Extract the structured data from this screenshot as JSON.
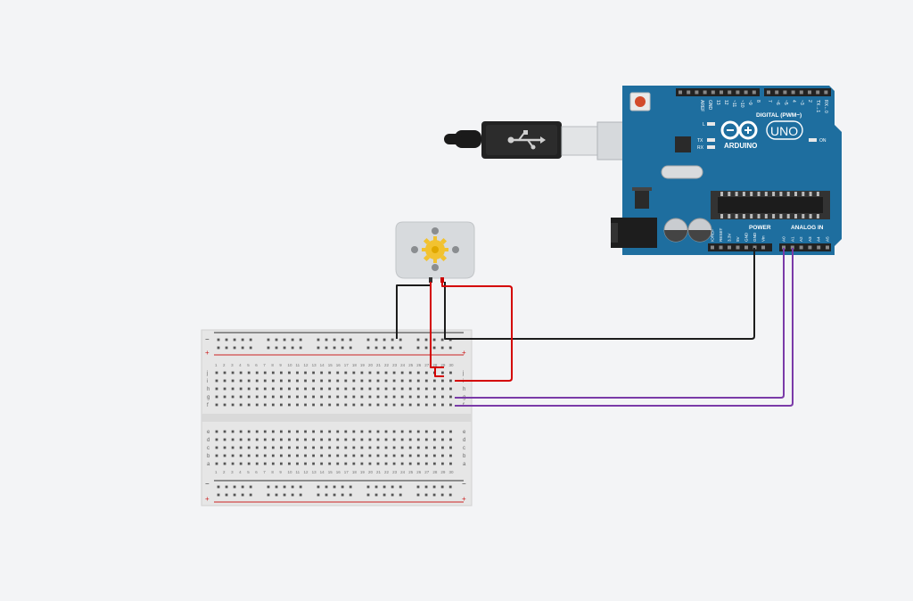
{
  "arduino": {
    "brand": "ARDUINO",
    "model": "UNO",
    "digital_label": "DIGITAL (PWM~)",
    "power_label": "POWER",
    "analog_label": "ANALOG IN",
    "on_label": "ON",
    "led_l": "L",
    "led_tx": "TX",
    "led_rx": "RX",
    "top_pins": [
      "AREF",
      "GND",
      "13",
      "12",
      "~11",
      "~10",
      "~9",
      "8",
      "7",
      "~6",
      "~5",
      "4",
      "~3",
      "2",
      "TX→1",
      "RX←0"
    ],
    "power_pins": [
      "IOREF",
      "RESET",
      "3.3V",
      "5V",
      "GND",
      "GND",
      "Vin"
    ],
    "analog_pins": [
      "A0",
      "A1",
      "A2",
      "A3",
      "A4",
      "A5"
    ]
  },
  "breadboard": {
    "rows_top": [
      "j",
      "i",
      "h",
      "g",
      "f"
    ],
    "rows_bottom": [
      "e",
      "d",
      "c",
      "b",
      "a"
    ],
    "rail_minus": "−",
    "rail_plus": "+",
    "columns": 30
  },
  "colors": {
    "background": "#f3f4f6",
    "arduino_board": "#1e6e9f",
    "arduino_dark": "#155a84",
    "wire_black": "#1c1c1c",
    "wire_red": "#d40000",
    "wire_purple": "#7a3aa8",
    "motor_body": "#d7dadd",
    "motor_gear": "#f2c230",
    "breadboard": "#e6e6e6",
    "rail_red": "#cc2222",
    "rail_dark": "#333333"
  },
  "icons": {
    "usb_plug": "usb-plug-icon",
    "motor": "dc-motor-icon",
    "arduino_logo": "arduino-infinity-logo-icon"
  }
}
